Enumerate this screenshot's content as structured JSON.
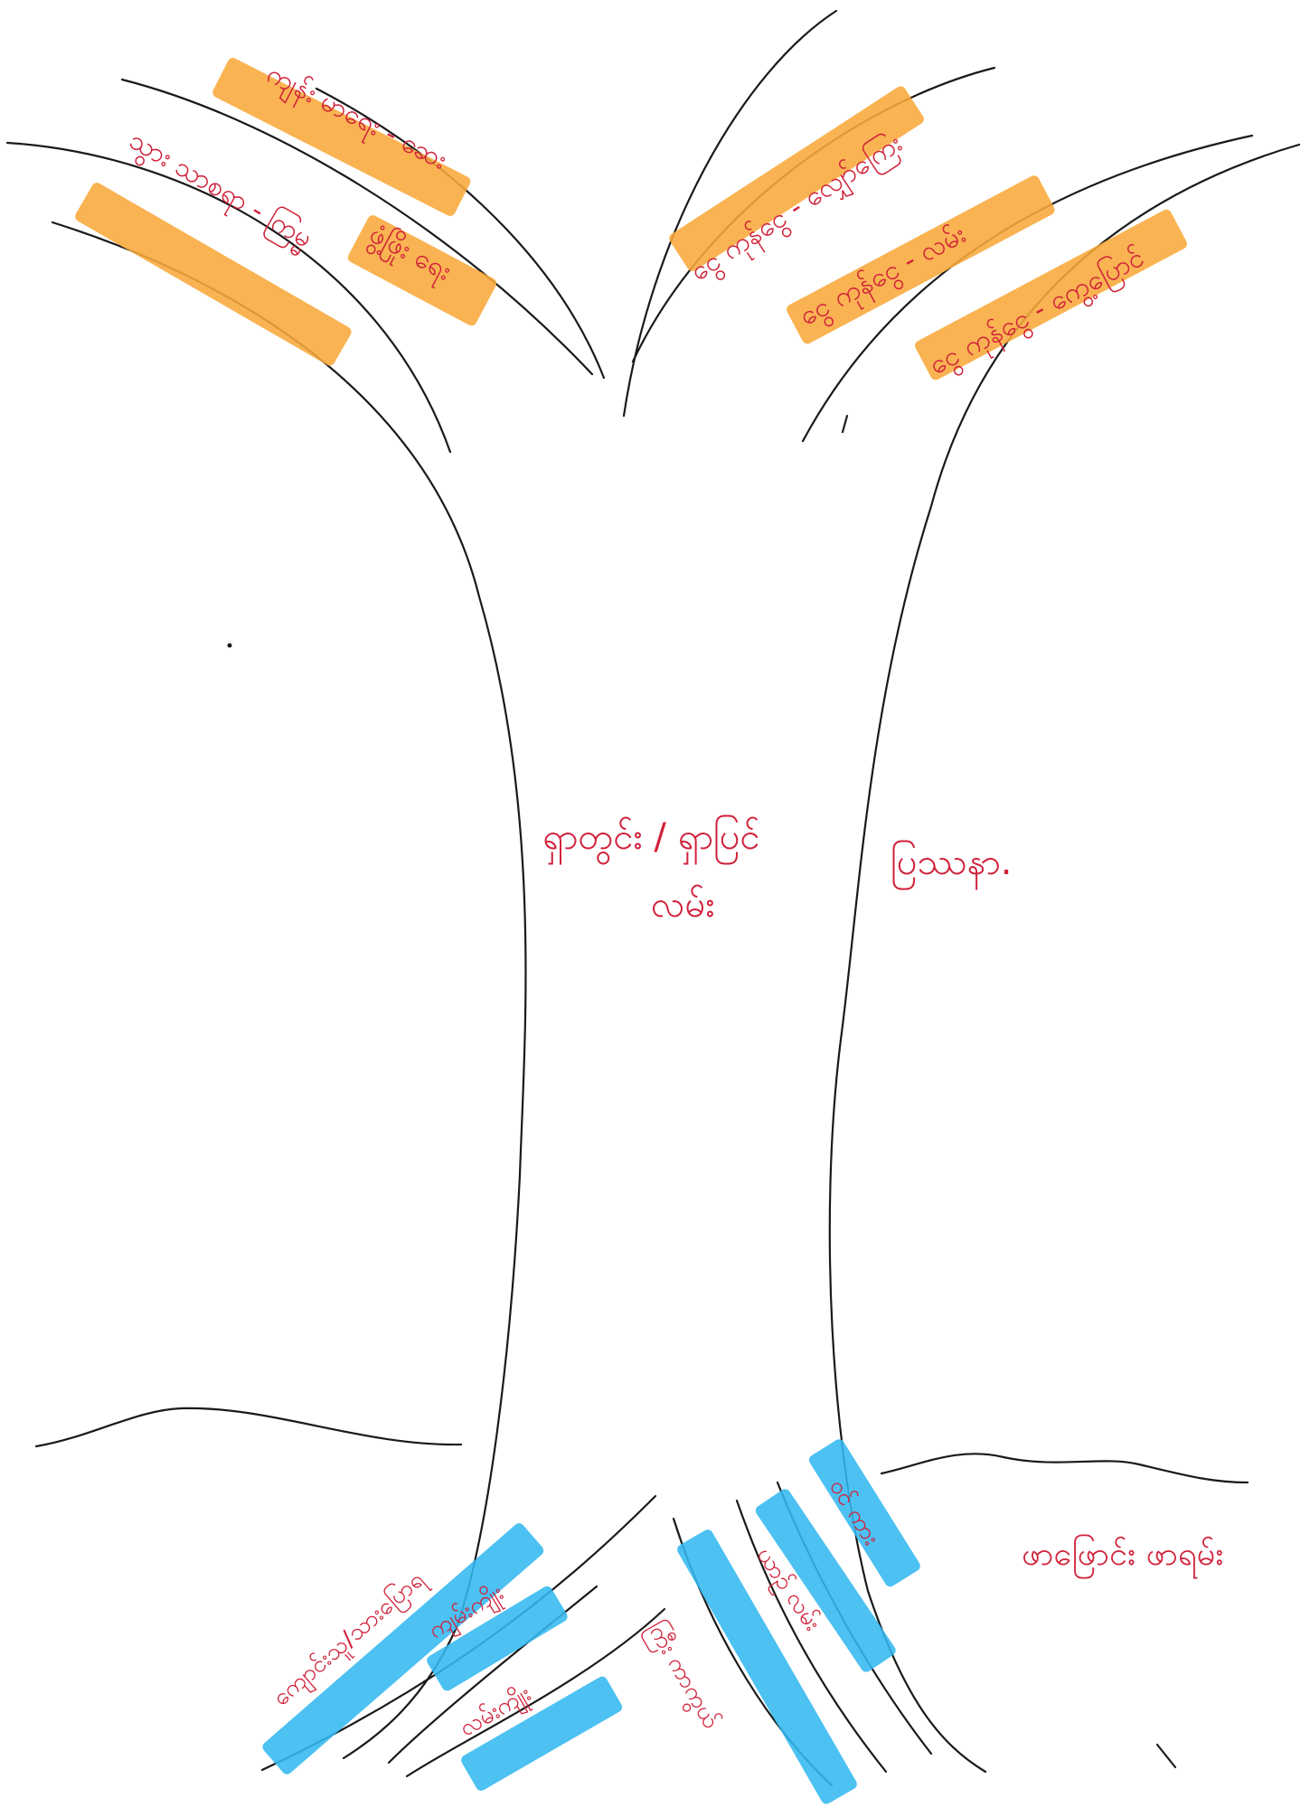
{
  "trunk": {
    "label_line1": "ရှာတွင်း / ရှာပြင်",
    "label_line2": "လမ်း"
  },
  "problem_label": "ပြဿနာ.",
  "causes_label": "ဖာဖြောင်း ဖာရမ်း",
  "branch_labels": [
    "သွား သာစရာ - ကြမ္မ",
    "ကျန်း မာရေး - ဆေး",
    "ဖွံ့ဖြိုး ရေး",
    "ငွေ ကုန်ငွေ - လျှော်ကြေး",
    "ငွေ ကုန်ငွေ - လမ်း",
    "ငွေ ကုန်ငွေ - ကွေ့ပြောင်"
  ],
  "root_labels": [
    "ကျောင်းသူ/သားပြောရ",
    "ကျမ်းကျိုး",
    "လမ်းကျိုး",
    "ကြီး ကာကွယ်",
    "ယာဉ် လမ်း",
    "ဝင် ကား"
  ],
  "colors": {
    "ink": "#d0213a",
    "effect_highlight": "#f9a93a",
    "cause_highlight": "#33b8f0",
    "line": "#1a1a1a"
  }
}
